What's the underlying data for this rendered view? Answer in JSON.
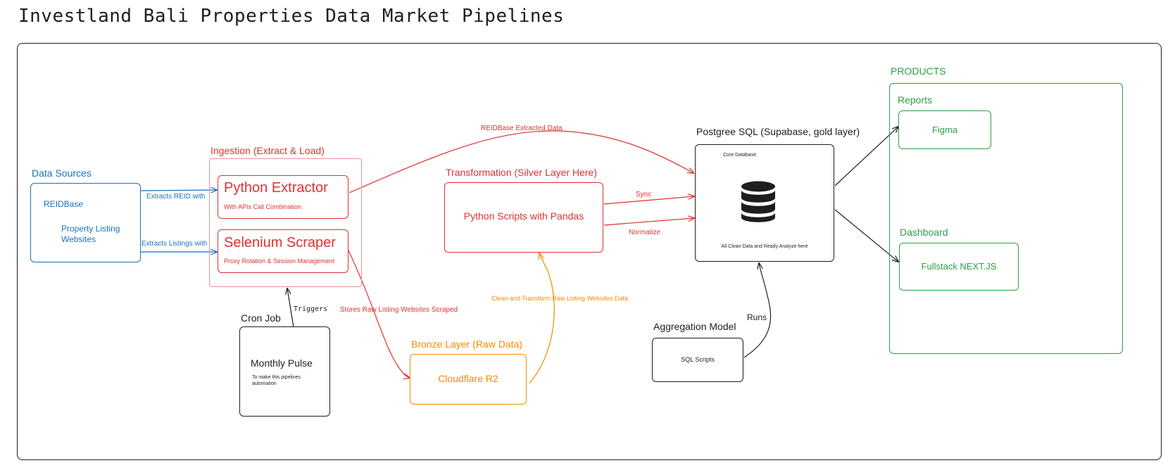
{
  "title": "Investland Bali Properties Data Market Pipelines",
  "colors": {
    "blue": "#1971c2",
    "red": "#e03131",
    "orange": "#f08c00",
    "green": "#2f9e44",
    "dark": "#1e1e1e"
  },
  "data_sources": {
    "label": "Data Sources",
    "items": [
      "REIDBase",
      "Property Listing Websites"
    ]
  },
  "ingestion": {
    "label": "Ingestion (Extract & Load)",
    "python_extractor": {
      "title": "Python Extractor",
      "subtitle": "With APIs Call Combination"
    },
    "selenium_scraper": {
      "title": "Selenium Scraper",
      "subtitle": "Proxy Rotation & Session Management"
    }
  },
  "cron": {
    "label": "Cron Job",
    "title": "Monthly Pulse",
    "subtitle": "To make this pipelines automation"
  },
  "transformation": {
    "label": "Transformation (Silver Layer Here)",
    "body": "Python Scripts with Pandas"
  },
  "bronze": {
    "label": "Bronze Layer (Raw Data)",
    "body": "Cloudflare R2"
  },
  "postgres": {
    "label": "Postgree SQL (Supabase, gold layer)",
    "top_text": "Core Database",
    "bottom_text": "All Clean Data and Ready Analyze here",
    "icon": "database-icon"
  },
  "aggregation": {
    "label": "Aggregation Model",
    "body": "SQL Scripts"
  },
  "products": {
    "label": "PRODUCTS",
    "reports": {
      "label": "Reports",
      "body": "Figma"
    },
    "dashboard": {
      "label": "Dashboard",
      "body": "Fullstack NEXT.JS"
    }
  },
  "edges": {
    "extracts_reid": "Extracts REID with",
    "extracts_listings": "Extracts Listings with",
    "reidbase_extracted": "REIDBase Extracted Data",
    "sync": "Sync",
    "normalize": "Normalize",
    "stores_raw": "Stores Raw Listing Websites Scraped",
    "clean_transform": "Clean and Transform Raw Listing Websites Data",
    "triggers": "Triggers",
    "runs": "Runs"
  }
}
